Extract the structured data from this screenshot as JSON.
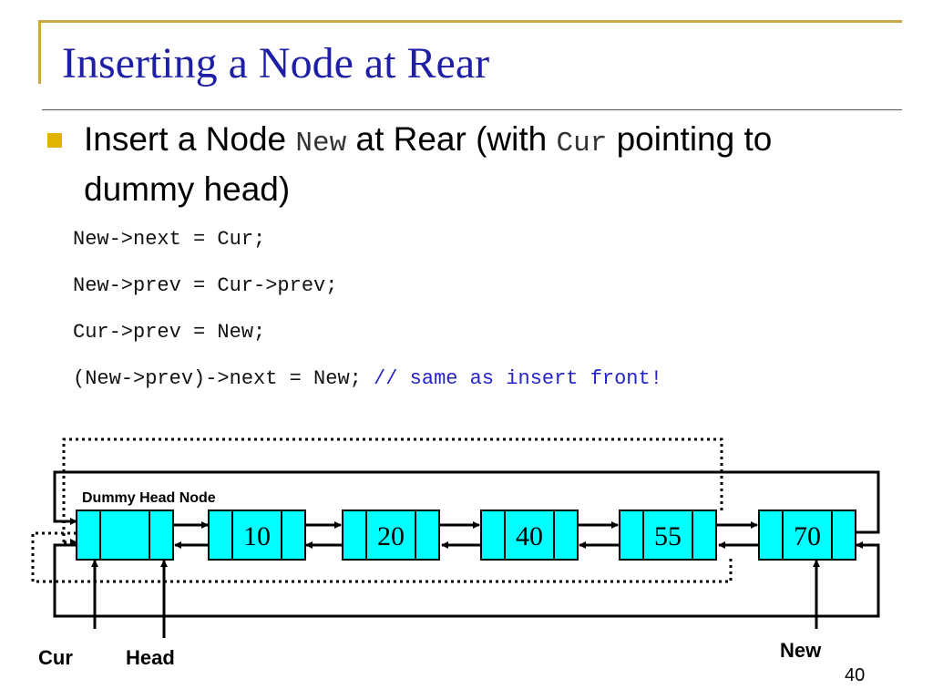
{
  "title": "Inserting a Node at Rear",
  "bullet": {
    "text_a": "Insert a Node ",
    "code_a": "New",
    "text_b": " at Rear (with ",
    "code_b": "Cur",
    "text_c": " pointing to dummy head)"
  },
  "code": [
    "New->next = Cur;",
    "New->prev = Cur->prev;",
    "Cur->prev = New;",
    "(New->prev)->next = New;"
  ],
  "code_comment": " // same as insert front!",
  "diagram": {
    "dummy_label": "Dummy Head Node",
    "node_values": [
      "",
      "10",
      "20",
      "40",
      "55",
      "70"
    ],
    "labels": {
      "cur": "Cur",
      "head": "Head",
      "new": "New"
    }
  },
  "page_number": "40",
  "colors": {
    "title": "#1f1fa6",
    "node_fill": "#00ffff",
    "bullet": "#e0b400",
    "comment": "#2424c8"
  }
}
